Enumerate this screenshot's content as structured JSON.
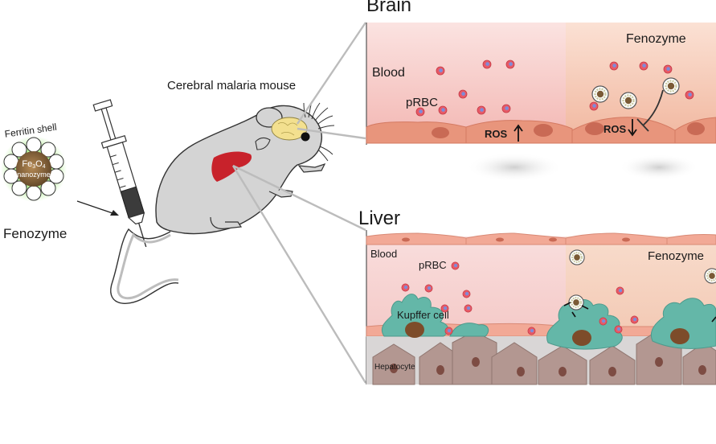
{
  "fenozyme_particle": {
    "shell_label": "Ferritin shell",
    "core_label_main": "Fe",
    "core_sub_3": "3",
    "core_label_o": "O",
    "core_sub_4": "4",
    "core_label_line2": "nanozyme",
    "name": "Fenozyme"
  },
  "mouse": {
    "label": "Cerebral malaria mouse"
  },
  "brain_panel": {
    "title": "Brain",
    "blood_label": "Blood",
    "prbc_label": "pRBC",
    "ros_left": "ROS",
    "ros_right": "ROS",
    "fenozyme_label": "Fenozyme"
  },
  "liver_panel": {
    "title": "Liver",
    "blood_label": "Blood",
    "prbc_label": "pRBC",
    "kupffer_label": "Kupffer cell",
    "hepatocyte_label": "Hepatocyte",
    "fenozyme_label": "Fenozyme"
  },
  "colors": {
    "blood_pink": "#f6c6c4",
    "treated_peach": "#f3c0a8",
    "endothelium": "#e8957c",
    "kupffer": "#64b7a8",
    "hepatocyte": "#b39791",
    "liver_organ": "#c8222b",
    "brain_organ": "#f3e08f",
    "mouse_body": "#d4d4d4"
  }
}
